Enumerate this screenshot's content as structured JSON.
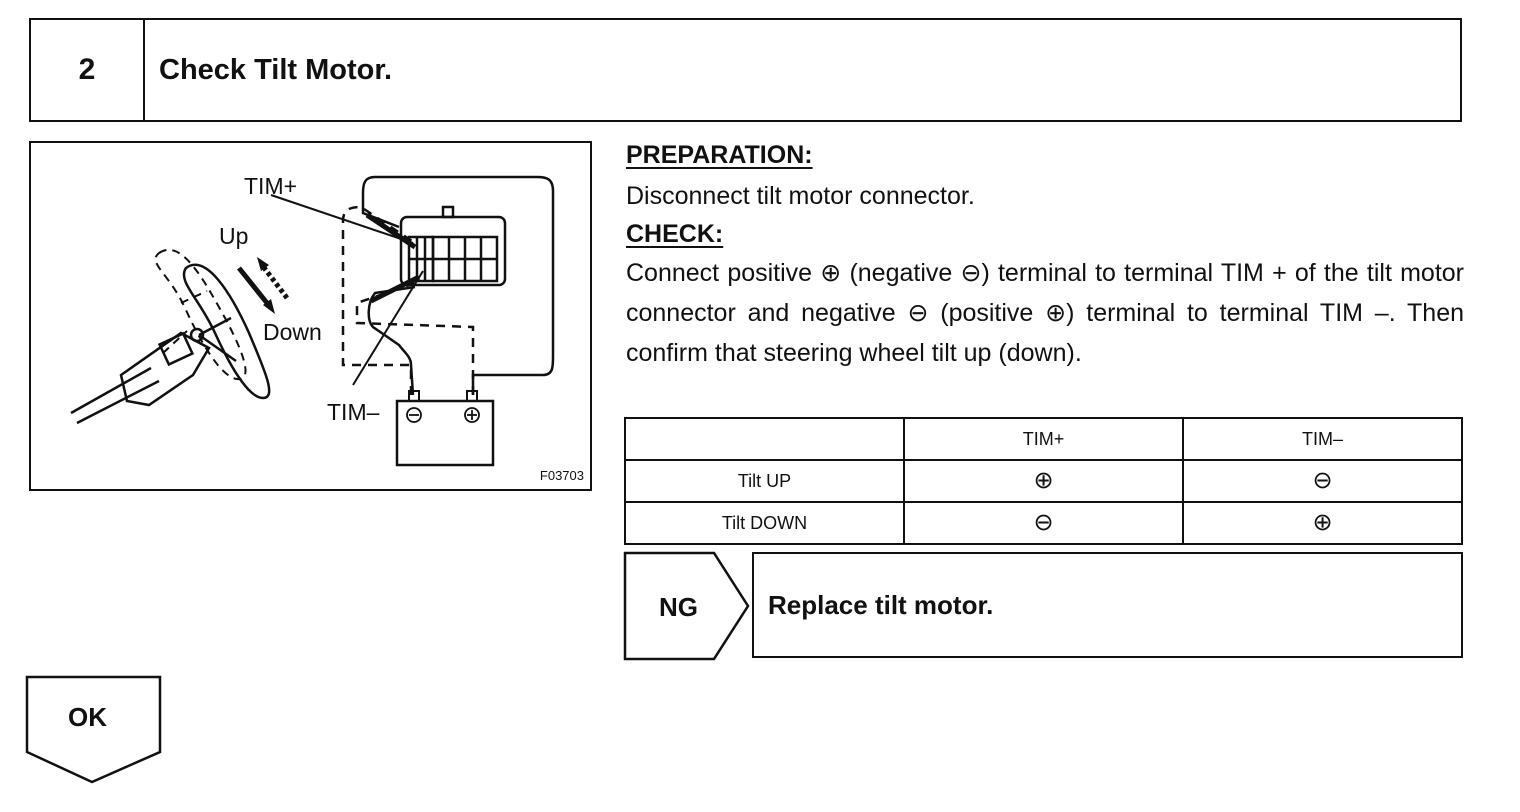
{
  "step": {
    "number": "2",
    "title": "Check Tilt Motor."
  },
  "figure": {
    "labels": {
      "tim_plus": "TIM+",
      "up": "Up",
      "down": "Down",
      "tim_minus": "TIM–"
    },
    "code": "F03703"
  },
  "preparation": {
    "heading": "PREPARATION:",
    "text": "Disconnect tilt motor connector."
  },
  "check": {
    "heading": "CHECK:",
    "text": "Connect positive ⊕ (negative ⊖) terminal to terminal TIM + of the tilt motor connector and negative ⊖ (positive ⊕) terminal to terminal TIM –. Then confirm that steering wheel tilt up (down)."
  },
  "table": {
    "headers": [
      "",
      "TIM+",
      "TIM–"
    ],
    "rows": [
      {
        "label": "Tilt UP",
        "tim_plus": "⊕",
        "tim_minus": "⊖"
      },
      {
        "label": "Tilt DOWN",
        "tim_plus": "⊖",
        "tim_minus": "⊕"
      }
    ]
  },
  "ng": {
    "label": "NG",
    "action": "Replace tilt motor."
  },
  "ok": {
    "label": "OK"
  }
}
